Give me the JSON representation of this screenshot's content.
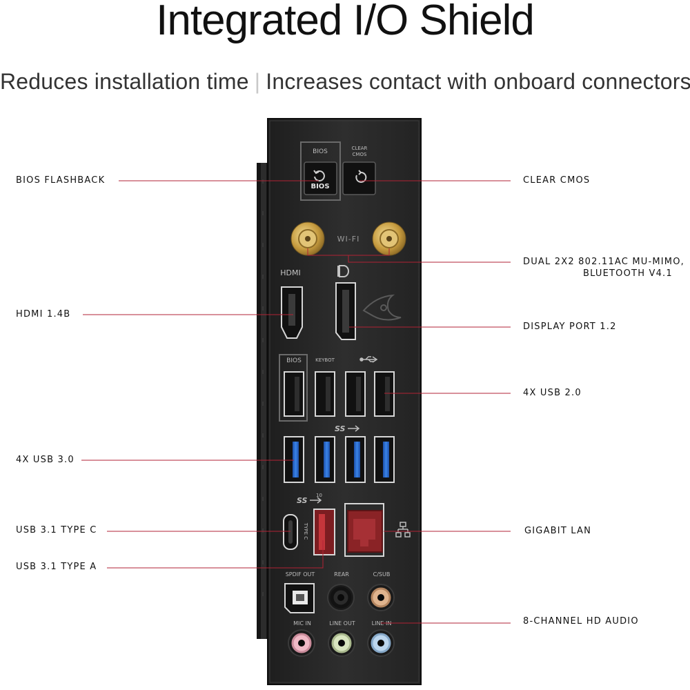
{
  "title": "Integrated I/O Shield",
  "subtitle": {
    "left": "Reduces installation time",
    "separator": "|",
    "right": "Increases contact with onboard connectors"
  },
  "callouts": {
    "bios_flashback": "BIOS FLASHBACK",
    "clear_cmos": "CLEAR CMOS",
    "wifi_line1": "DUAL 2X2 802.11AC MU-MIMO,",
    "wifi_line2": "BLUETOOTH V4.1",
    "hdmi": "HDMI 1.4B",
    "displayport": "DISPLAY PORT 1.2",
    "usb20": "4X USB 2.0",
    "usb30": "4X USB 3.0",
    "usb31c": "USB 3.1 TYPE C",
    "usb31a": "USB 3.1 TYPE A",
    "lan": "GIGABIT LAN",
    "audio": "8-CHANNEL HD AUDIO"
  },
  "panel_text": {
    "bios_box": "BIOS",
    "bios_button": "BIOS",
    "clear_cmos_l1": "CLEAR",
    "clear_cmos_l2": "CMOS",
    "wifi": "WI-FI",
    "hdmi": "HDMI",
    "usb_bios": "BIOS",
    "keybot": "KEYBOT",
    "ss": "SS",
    "ss10": "SS",
    "ten": "10",
    "type_c": "TYPE C",
    "spdif": "SPDIF OUT",
    "rear": "REAR",
    "csub": "C/SUB",
    "mic_in": "MIC IN",
    "line_out": "LINE OUT",
    "line_in": "LINE IN"
  },
  "colors": {
    "leader_line": "#b22234",
    "panel": "#2a2a2a",
    "usb3_blue": "#2f6fd6",
    "usb31_red": "#a3282c",
    "gold": "#c8a24a"
  },
  "icons": [
    "refresh-icon",
    "usb-icon",
    "displayport-icon",
    "network-icon",
    "rog-logo"
  ]
}
